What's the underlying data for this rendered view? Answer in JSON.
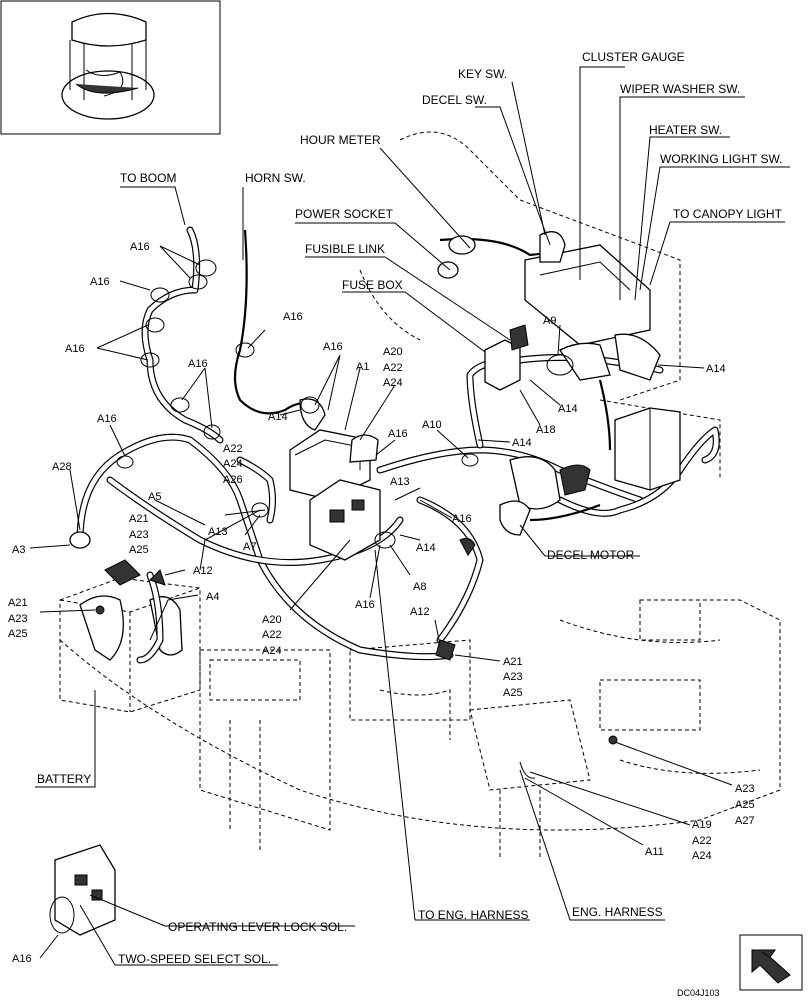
{
  "labels": {
    "cluster_gauge": "CLUSTER GAUGE",
    "key_sw": "KEY SW.",
    "wiper_washer_sw": "WIPER WASHER SW.",
    "decel_sw": "DECEL SW.",
    "heater_sw": "HEATER SW.",
    "hour_meter": "HOUR METER",
    "working_light_sw": "WORKING LIGHT SW.",
    "to_boom": "TO BOOM",
    "horn_sw": "HORN SW.",
    "power_socket": "POWER SOCKET",
    "to_canopy_light": "TO CANOPY LIGHT",
    "fusible_link": "FUSIBLE LINK",
    "fuse_box": "FUSE BOX",
    "decel_motor": "DECEL MOTOR",
    "battery": "BATTERY",
    "eng_harness": "ENG. HARNESS",
    "to_eng_harness": "TO ENG. HARNESS",
    "operating_lever_lock_sol": "OPERATING LEVER LOCK SOL.",
    "two_speed_select_sol": "TWO-SPEED SELECT SOL."
  },
  "callouts": {
    "a1": "A1",
    "a3": "A3",
    "a4": "A4",
    "a5": "A5",
    "a7": "A7",
    "a8": "A8",
    "a9": "A9",
    "a10": "A10",
    "a11": "A11",
    "a12": "A12",
    "a13": "A13",
    "a14": "A14",
    "a16": "A16",
    "a18": "A18",
    "a19": "A19",
    "a20": "A20",
    "a21": "A21",
    "a22": "A22",
    "a23": "A23",
    "a24": "A24",
    "a25": "A25",
    "a26": "A26",
    "a27": "A27",
    "a28": "A28"
  },
  "drawing_code": "DC04J103"
}
